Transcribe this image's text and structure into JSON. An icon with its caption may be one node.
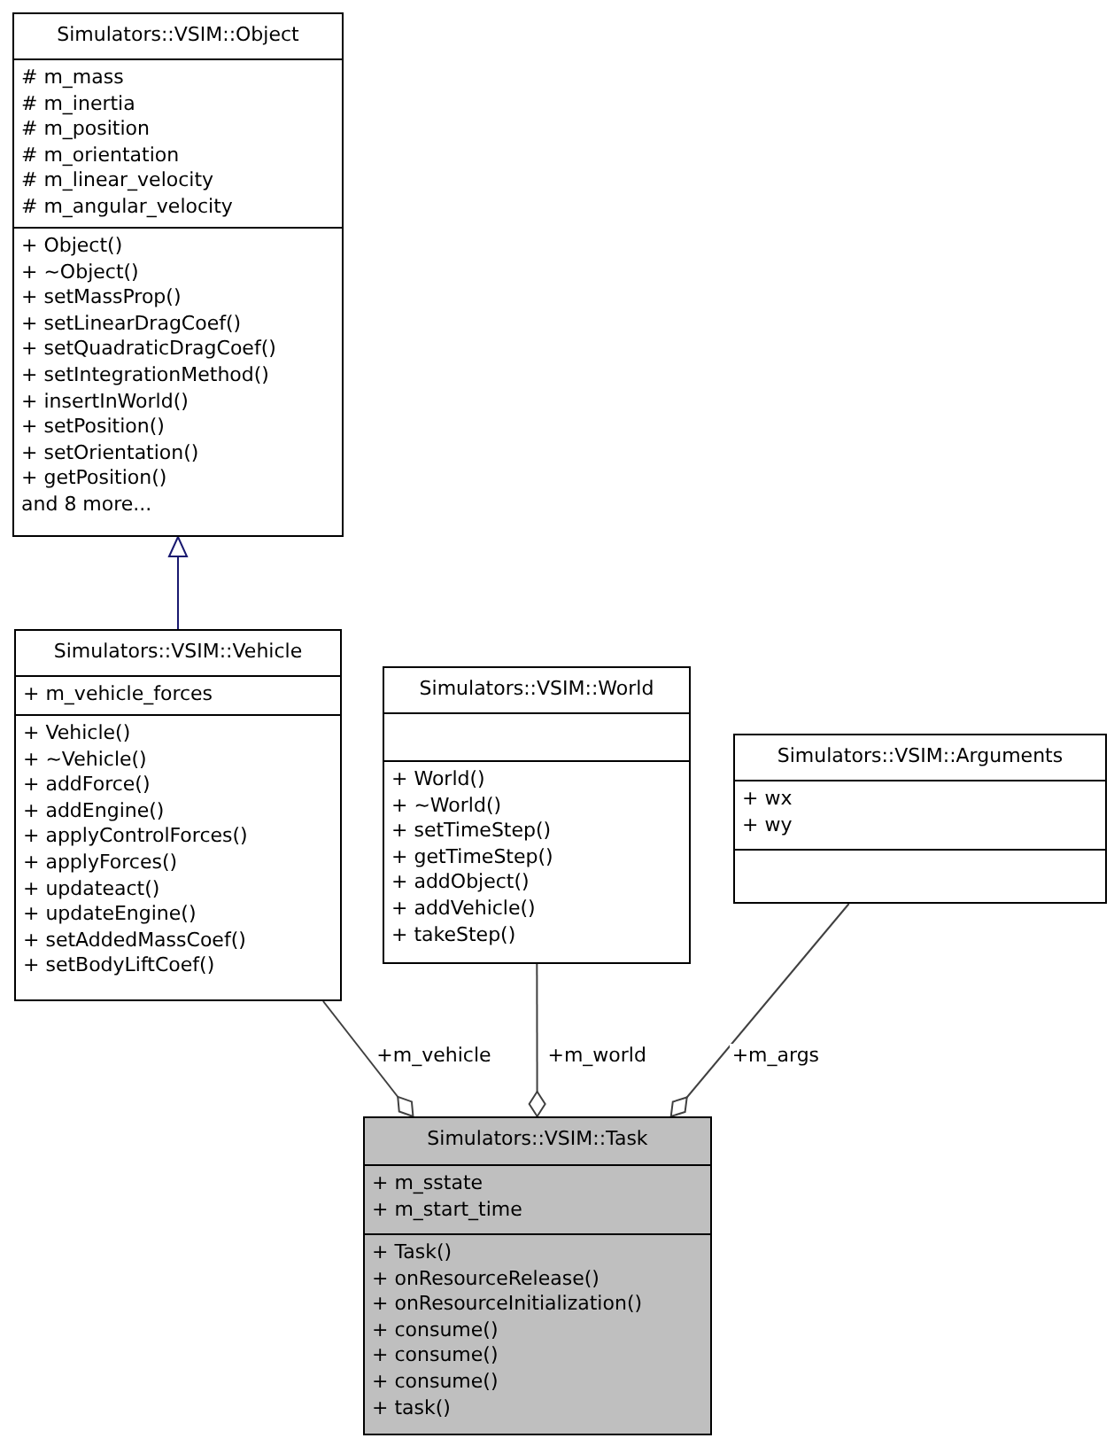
{
  "diagram": {
    "nodes": [
      {
        "text": [
          "Simulators::VSIM::Object"
        ]
      },
      {
        "text": [
          "# m_mass",
          "# m_inertia",
          "# m_position",
          "# m_orientation",
          "# m_linear_velocity",
          "# m_angular_velocity"
        ],
        "in": 0
      },
      {
        "text": [
          "+ Object()",
          "+ ~Object()",
          "+ setMassProp()",
          "+ setLinearDragCoef()",
          "+ setQuadraticDragCoef()",
          "+ setIntegrationMethod()",
          "+ insertInWorld()",
          "+ setPosition()",
          "+ setOrientation()",
          "+ getPosition()",
          "and 8 more..."
        ],
        "in": 0
      },
      {
        "text": [
          "Simulators::VSIM::Vehicle"
        ]
      },
      {
        "text": [
          "+ m_vehicle_forces"
        ],
        "in": 3
      },
      {
        "text": [
          "+ Vehicle()",
          "+ ~Vehicle()",
          "+ addForce()",
          "+ addEngine()",
          "+ applyControlForces()",
          "+ applyForces()",
          "+ updateact()",
          "+ updateEngine()",
          "+ setAddedMassCoef()",
          "+ setBodyLiftCoef()"
        ],
        "in": 3
      },
      {
        "text": [
          "Simulators::VSIM::World"
        ]
      },
      {
        "text": [],
        "shape": "box",
        "in": 6
      },
      {
        "text": [
          "+ World()",
          "+ ~World()",
          "+ setTimeStep()",
          "+ getTimeStep()",
          "+ addObject()",
          "+ addVehicle()",
          "+ takeStep()"
        ],
        "in": 6
      },
      {
        "text": [
          "Simulators::VSIM::Arguments"
        ]
      },
      {
        "text": [
          "+ wx",
          "+ wy"
        ],
        "in": 9
      },
      {
        "text": [],
        "shape": "box",
        "in": 9
      },
      {
        "text": [
          "Simulators::VSIM::Task"
        ]
      },
      {
        "text": [
          "+ m_sstate",
          "+ m_start_time"
        ],
        "in": 12
      },
      {
        "text": [
          "+ Task()",
          "+ onResourceRelease()",
          "+ onResourceInitialization()",
          "+ consume()",
          "+ consume()",
          "+ consume()",
          "+ task()"
        ],
        "in": 12
      }
    ],
    "edges": [
      {
        "from": 3,
        "to": 0,
        "arrow": "to",
        "color": "#191970"
      },
      {
        "from": 3,
        "to": 12,
        "arrow": "other",
        "label": "+m_vehicle"
      },
      {
        "from": 6,
        "to": 12,
        "arrow": "other",
        "label": "+m_world"
      },
      {
        "from": 9,
        "to": 12,
        "arrow": "other",
        "label": "+m_args"
      }
    ]
  }
}
